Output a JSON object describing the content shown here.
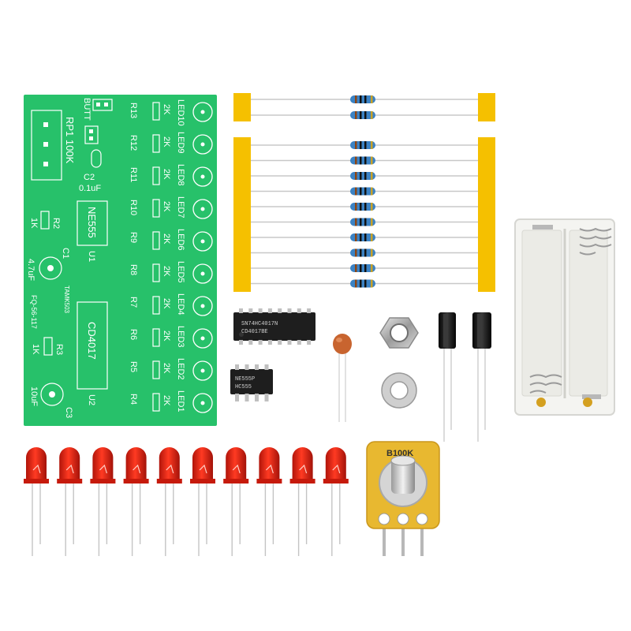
{
  "pcb": {
    "color": "#27c16a",
    "outline_color": "#ffffff",
    "led_labels": [
      "LED10",
      "LED9",
      "LED8",
      "LED7",
      "LED6",
      "LED5",
      "LED4",
      "LED3",
      "LED2",
      "LED1"
    ],
    "resistor_labels": [
      "R13",
      "R12",
      "R11",
      "R10",
      "R9",
      "R8",
      "R7",
      "R6",
      "R5",
      "R4"
    ],
    "resistor_values": [
      "2K",
      "2K",
      "2K",
      "2K",
      "2K",
      "2K",
      "2K",
      "2K",
      "2K",
      "2K"
    ],
    "butt_label": "BUTT",
    "pot_label": "RP1 100K",
    "c2_label": "C2",
    "c2_value": "0.1uF",
    "ne555_label": "NE555",
    "u1_label": "U1",
    "r2_label": "R2",
    "r2_value": "1K",
    "c1_label": "C1",
    "c1_value": "4.7uF",
    "maker_text": "TAMK503",
    "date_text": "FQ-56-117",
    "cd4017_label": "CD4017",
    "u2_label": "U2",
    "r3_label": "R3",
    "r3_value": "1K",
    "c3_label": "C3",
    "c3_value": "10uF"
  },
  "resistor_strips": {
    "tape_color": "#f5c000",
    "body_color": "#3b82c4",
    "top_count": 2,
    "bottom_count": 10
  },
  "ics": {
    "dip16_text": [
      "SN74HC4017N",
      "CD4017BE"
    ],
    "dip8_text": [
      "NE555P",
      "HC555"
    ]
  },
  "ceramic_cap": {
    "color": "#c8642f"
  },
  "hardware": [
    "hex-nut",
    "washer"
  ],
  "electrolytic_caps": {
    "count": 2,
    "color": "#1a1a1a"
  },
  "battery_holder": {
    "color": "#f4f4f1"
  },
  "leds": {
    "count": 10,
    "color": "#e02414"
  },
  "potentiometer": {
    "label": "B100K",
    "base_color": "#e8b830"
  }
}
